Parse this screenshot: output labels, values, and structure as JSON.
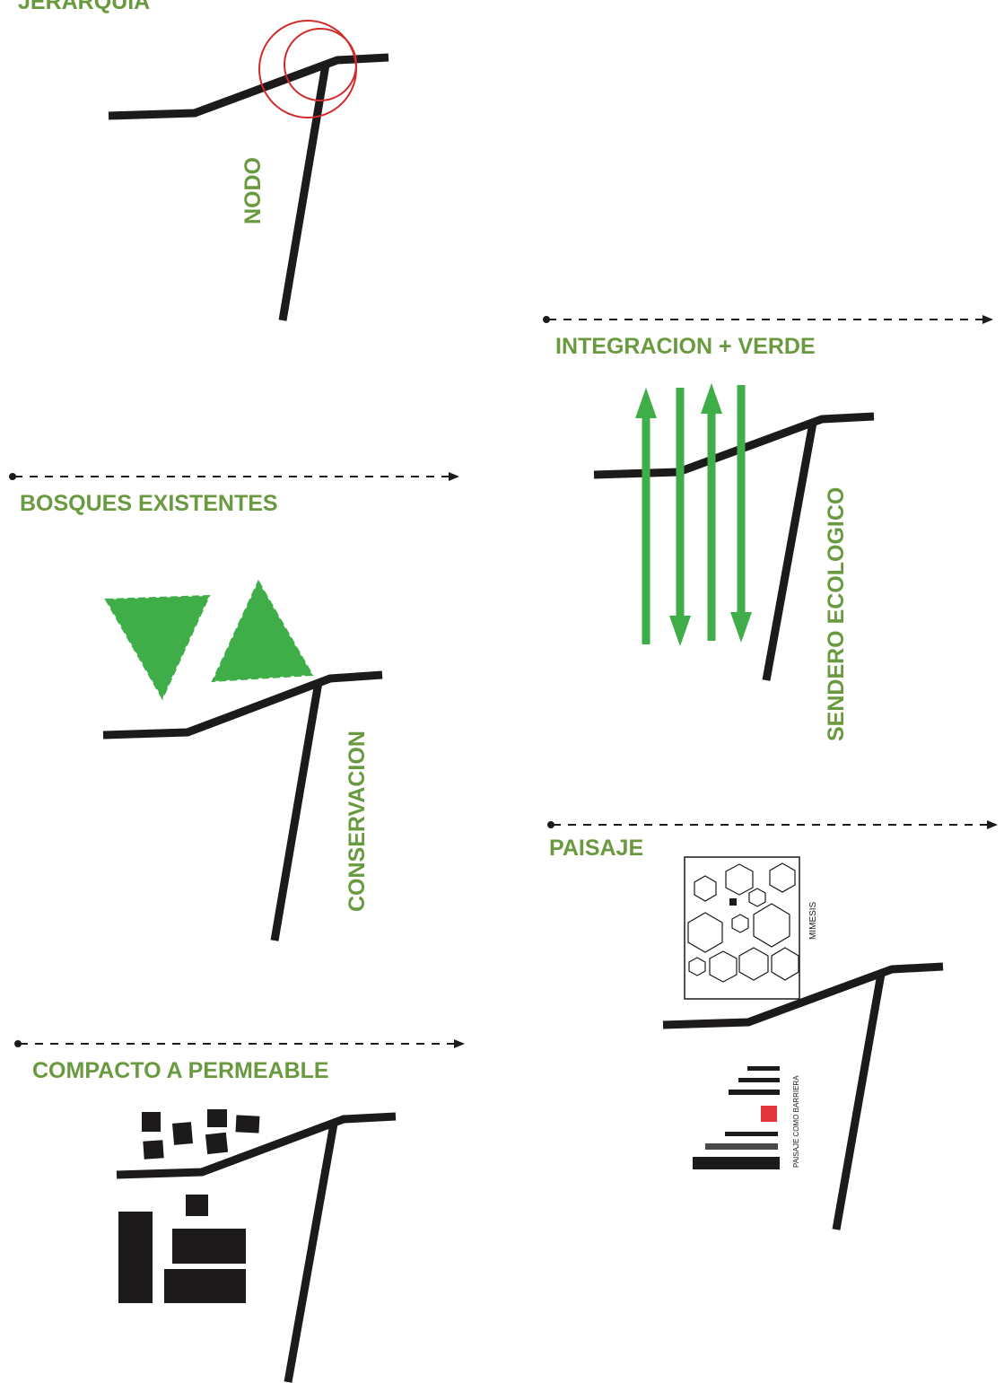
{
  "colors": {
    "heading_green": "#6a9a3f",
    "arrow_green": "#3fae49",
    "triangle_green": "#3fae49",
    "road": "#1c1a1a",
    "node_ring": "#d22a2a",
    "accent_red": "#e0363b"
  },
  "sections": {
    "jerarquia": {
      "title": "JERARQUIA",
      "label": "NODO"
    },
    "integracion": {
      "title": "INTEGRACION + VERDE",
      "label": "SENDERO ECOLOGICO"
    },
    "bosques": {
      "title": "BOSQUES EXISTENTES",
      "label": "CONSERVACION"
    },
    "paisaje": {
      "title": "PAISAJE",
      "label_mimesis": "MIMESIS",
      "label_barrier": "PAISAJE COMO BARRIERA"
    },
    "compacto": {
      "title": "COMPACTO A PERMEABLE"
    }
  }
}
